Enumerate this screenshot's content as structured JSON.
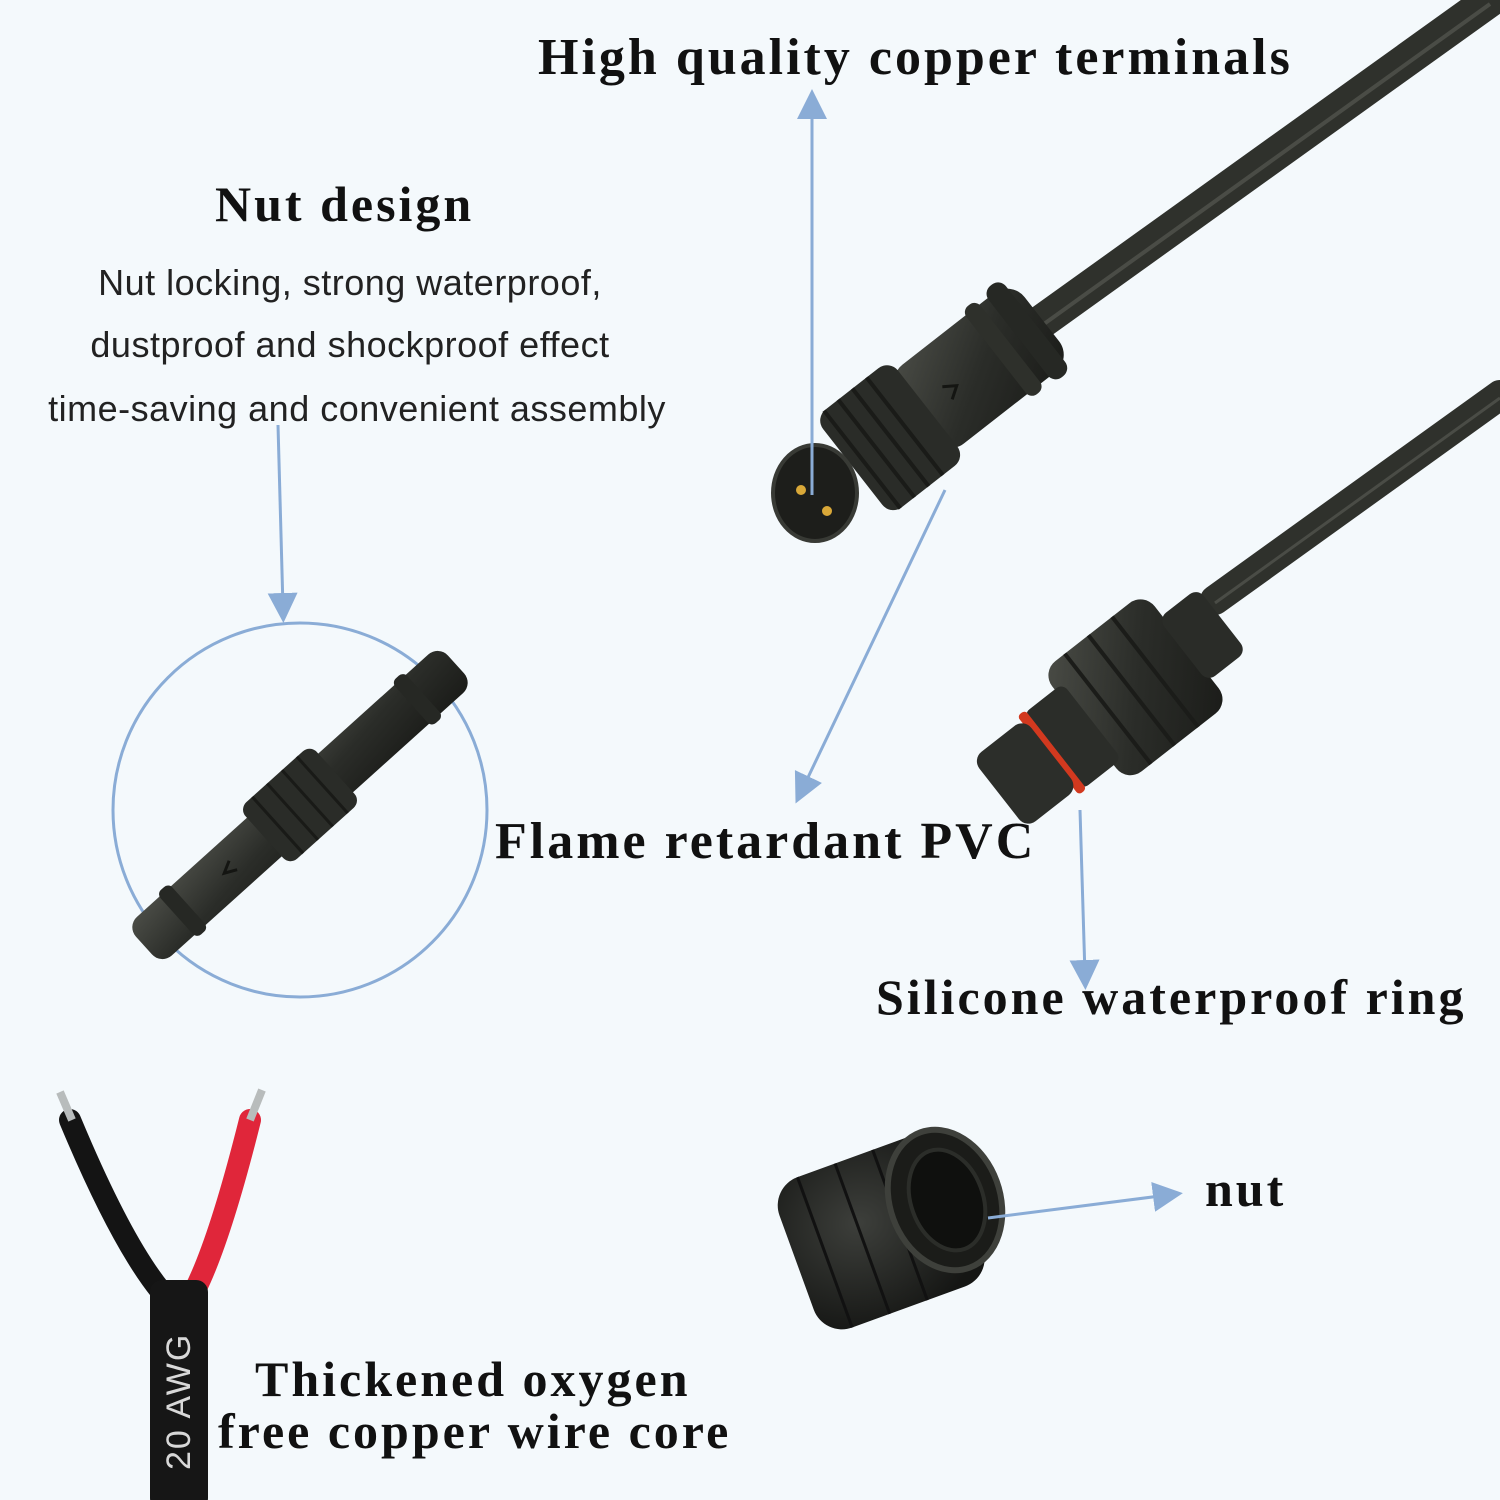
{
  "callouts": {
    "terminals": "High quality copper terminals",
    "nut_design_title": "Nut design",
    "nut_design_lines": [
      "Nut locking, strong waterproof,",
      "dustproof and shockproof effect",
      "time-saving and convenient assembly"
    ],
    "pvc": "Flame retardant PVC",
    "ring": "Silicone waterproof ring",
    "nut": "nut",
    "wire_core_lines": [
      "Thickened oxygen",
      "free copper wire core"
    ]
  },
  "cable_marking": "20 AWG",
  "colors": {
    "background": "#f4f9fc",
    "arrow": "#8aacd6",
    "connector": "#2a2c28",
    "cable": "#33352f",
    "seal_ring": "#d2391f",
    "wire_red": "#e0263a",
    "wire_black": "#141414"
  }
}
